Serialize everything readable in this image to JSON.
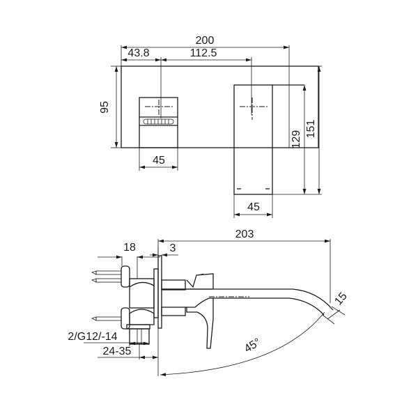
{
  "drawing": {
    "top_view": {
      "overall_width": "200",
      "offset_left": "43.8",
      "center_spacing": "112.5",
      "plate_height": "95",
      "handle_width": "45",
      "spout_width": "45",
      "spout_depth_inner": "129",
      "spout_depth_total": "151"
    },
    "side_view": {
      "overall_projection": "203",
      "body_depth": "18",
      "plate_thickness": "3",
      "thread_connection": "2/G12/-14",
      "wall_range": "24-35",
      "outlet_height": "15",
      "handle_rotation": "45°"
    }
  }
}
